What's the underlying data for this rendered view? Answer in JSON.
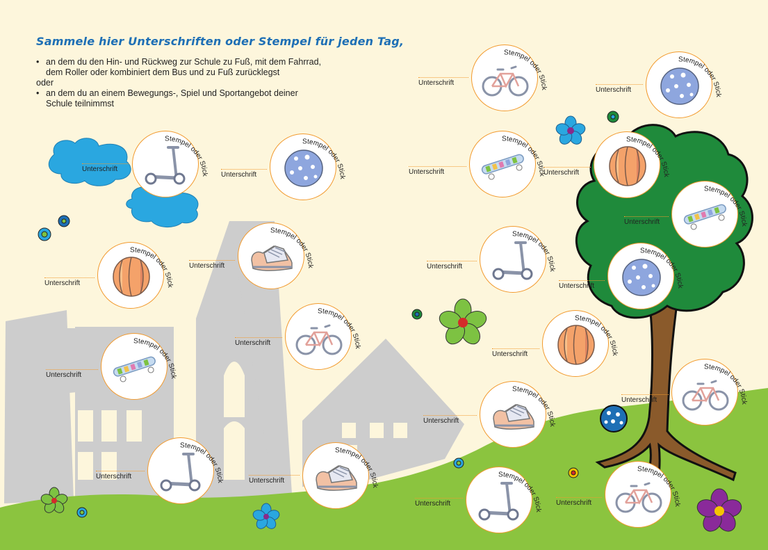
{
  "header": {
    "title": "Sammele hier Unterschriften oder Stempel für jeden Tag,",
    "bullet1_line1": "an dem du den Hin- und Rückweg zur Schule zu Fuß, mit dem Fahrrad,",
    "bullet1_line2": "dem Roller oder kombiniert dem Bus und zu Fuß zurücklegst",
    "connector": "oder",
    "bullet2_line1": "an dem du an einem Bewegungs-, Spiel und Sportangebot deiner",
    "bullet2_line2": "Schule teilnimmst"
  },
  "labels": {
    "stamp": "Stempel oder Sticker",
    "signature": "Unterschrift"
  },
  "colors": {
    "title": "#1e6fb5",
    "ring": "#f29a2e",
    "grass": "#8bc43f",
    "tree": "#1f8a3b",
    "trunk": "#8a5a2b",
    "building": "#cfcfcf",
    "cloud": "#2aa7e0",
    "background": "#fdf6dc"
  },
  "stamps": [
    {
      "id": "s1",
      "icon": "scooter-icon"
    },
    {
      "id": "s2",
      "icon": "ball-icon"
    },
    {
      "id": "s3",
      "icon": "striped-ball-icon"
    },
    {
      "id": "s4",
      "icon": "sneaker-icon"
    },
    {
      "id": "s5",
      "icon": "bicycle-icon"
    },
    {
      "id": "s6",
      "icon": "skateboard-icon"
    },
    {
      "id": "s7",
      "icon": "scooter-icon"
    },
    {
      "id": "s8",
      "icon": "sneaker-icon"
    },
    {
      "id": "s9",
      "icon": "bicycle-icon"
    },
    {
      "id": "s10",
      "icon": "ball-icon"
    },
    {
      "id": "s11",
      "icon": "skateboard-icon"
    },
    {
      "id": "s12",
      "icon": "striped-ball-icon"
    },
    {
      "id": "s13",
      "icon": "skateboard-icon"
    },
    {
      "id": "s14",
      "icon": "scooter-icon"
    },
    {
      "id": "s15",
      "icon": "ball-icon"
    },
    {
      "id": "s16",
      "icon": "striped-ball-icon"
    },
    {
      "id": "s17",
      "icon": "sneaker-icon"
    },
    {
      "id": "s18",
      "icon": "bicycle-icon"
    },
    {
      "id": "s19",
      "icon": "scooter-icon"
    },
    {
      "id": "s20",
      "icon": "bicycle-icon"
    }
  ]
}
